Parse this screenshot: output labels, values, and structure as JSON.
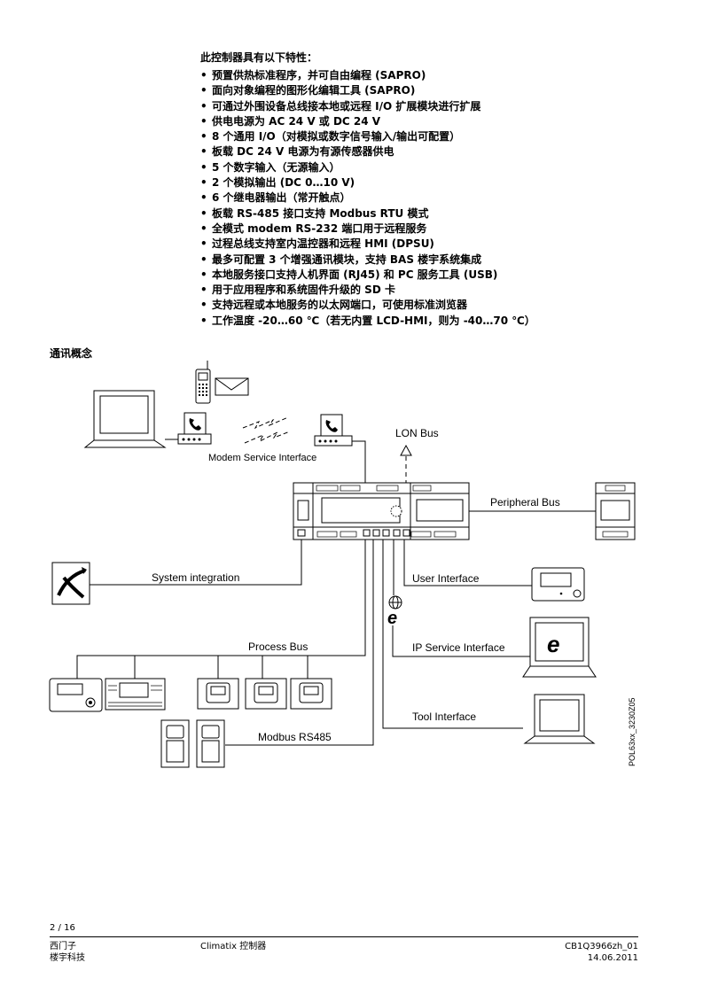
{
  "features": {
    "heading": "此控制器具有以下特性：",
    "items": [
      "预置供热标准程序，并可自由编程 (SAPRO)",
      "面向对象编程的图形化编辑工具 (SAPRO)",
      "可通过外围设备总线接本地或远程 I/O 扩展模块进行扩展",
      "供电电源为 AC 24 V 或 DC 24 V",
      "8 个通用 I/O（对模拟或数字信号输入/输出可配置）",
      "板载 DC 24 V 电源为有源传感器供电",
      "5 个数字输入（无源输入）",
      "2 个模拟输出 (DC 0…10 V)",
      "6 个继电器输出（常开触点）",
      "板载 RS-485 接口支持 Modbus RTU 模式",
      "全模式 modem RS-232 端口用于远程服务",
      "过程总线支持室内温控器和远程 HMI (DPSU)",
      "最多可配置 3 个增强通讯模块，支持 BAS 楼宇系统集成",
      "本地服务接口支持人机界面 (RJ45) 和 PC 服务工具 (USB)",
      "用于应用程序和系统固件升级的 SD 卡",
      "支持远程或本地服务的以太网端口，可使用标准浏览器",
      "工作温度 -20…60 ℃（若无内置 LCD-HMI，则为 -40…70 ℃）"
    ]
  },
  "section": {
    "heading": "通讯概念"
  },
  "diagram": {
    "modem_service_interface": "Modem Service Interface",
    "lon_bus": "LON Bus",
    "peripheral_bus": "Peripheral Bus",
    "system_integration": "System integration",
    "user_interface": "User Interface",
    "ip_service_interface": "IP Service Interface",
    "process_bus": "Process Bus",
    "tool_interface": "Tool Interface",
    "modbus_rs485": "Modbus RS485",
    "drawing_code": "POL63xx_3230Z05"
  },
  "footer": {
    "page": "2 / 16",
    "company_line1": "西门子",
    "company_line2": "楼宇科技",
    "product": "Climatix 控制器",
    "doc_id": "CB1Q3966zh_01",
    "date": "14.06.2011"
  }
}
